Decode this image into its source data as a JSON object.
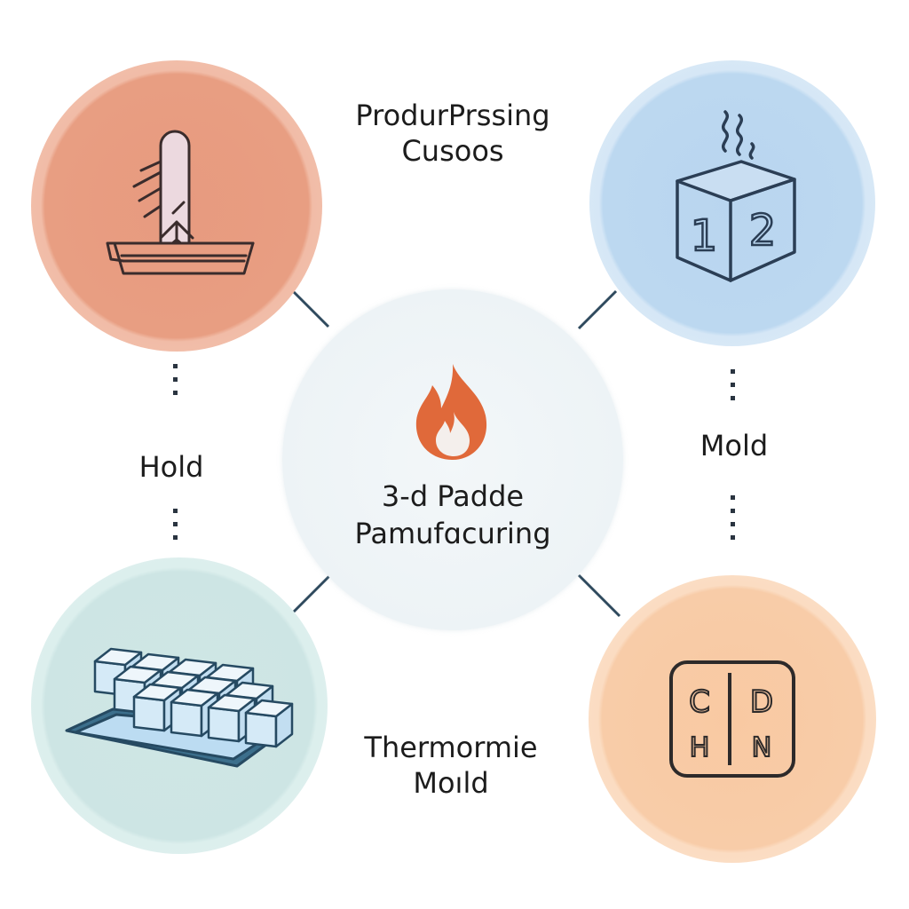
{
  "center": {
    "line1": "3-d Padde",
    "line2": "Pamufɑcuring"
  },
  "labels": {
    "top_line1": "ProdurPrssing",
    "top_line2": "Cusoos",
    "left": "Hold",
    "right": "Mold",
    "bottom_line1": "Thermormie",
    "bottom_line2": "Moıld"
  },
  "nodes": {
    "top_left_icon": "plant-in-tray-icon",
    "top_right_icon": "numbered-cube-icon",
    "top_right_text1": "1",
    "top_right_text2": "2",
    "center_icon": "flame-icon",
    "bottom_left_icon": "ice-cube-tray-icon",
    "bottom_right_icon": "letter-grid-icon",
    "bottom_right_letters": [
      "C",
      "D",
      "H",
      "N"
    ]
  },
  "colors": {
    "top_left": "#e89e82",
    "top_right": "#bcd8f0",
    "center": "#edf3f6",
    "bottom_left": "#cde5e4",
    "bottom_right": "#f8cca8",
    "flame": "#e0693a",
    "line": "#2f4a5e"
  }
}
